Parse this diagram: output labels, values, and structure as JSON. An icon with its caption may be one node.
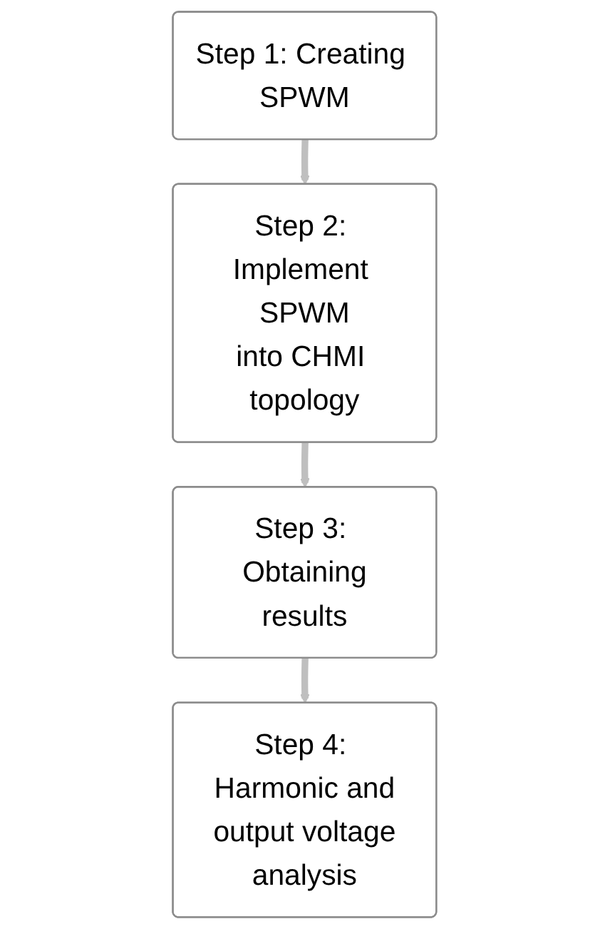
{
  "diagram": {
    "nodes": [
      {
        "text": [
          "Step 1: Creating SPWM"
        ]
      },
      {
        "text": [
          "Step 2: Implement SPWM into CHMI topology"
        ]
      },
      {
        "text": [
          "Step 3: Obtaining results"
        ]
      },
      {
        "text": [
          "Step 4: Harmonic and output voltage analysis"
        ]
      }
    ],
    "edges": [
      {
        "from": 0,
        "to": 1,
        "arrow": "to"
      },
      {
        "from": 1,
        "to": 2,
        "arrow": "to"
      },
      {
        "from": 2,
        "to": 3,
        "arrow": "to"
      }
    ]
  }
}
